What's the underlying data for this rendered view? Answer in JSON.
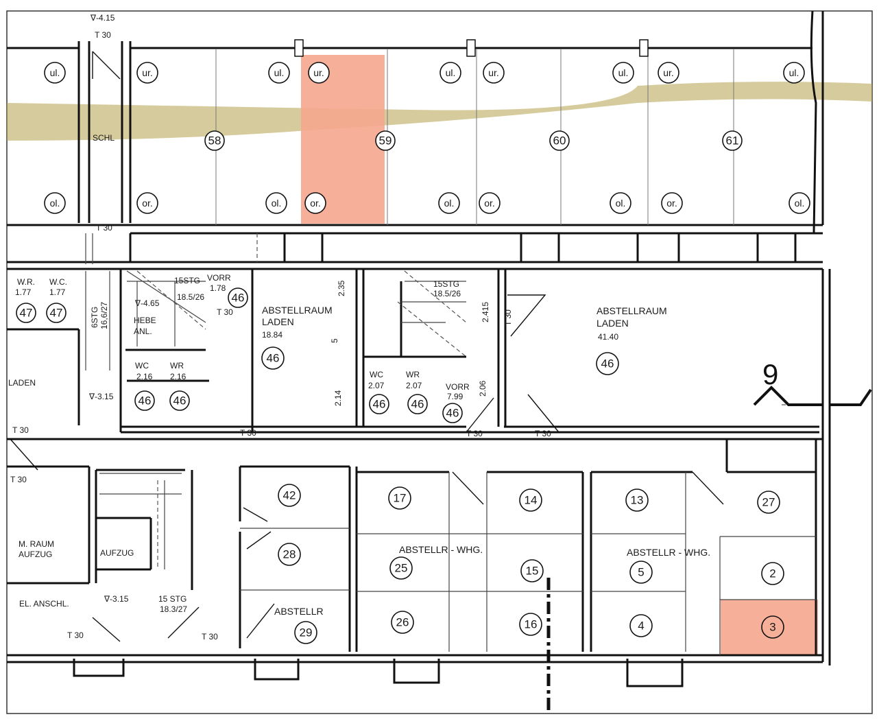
{
  "plan": {
    "title": "",
    "colors": {
      "highlight": "#f5a78e",
      "stain": "#b5a04a",
      "walls": "#111111"
    },
    "highlighted": [
      "59",
      "3"
    ],
    "parking_numbers": [
      "58",
      "59",
      "60",
      "61"
    ],
    "wheel_markers": [
      "ul.",
      "ur.",
      "ul.",
      "ur.",
      "ul.",
      "ur.",
      "ul.",
      "ur.",
      "ul.",
      "ol.",
      "or.",
      "ol.",
      "or.",
      "ol.",
      "or.",
      "ol.",
      "or.",
      "ol."
    ],
    "level_top": "∇-4.15",
    "t30": "T 30",
    "schl": "SCHL",
    "stair_left": {
      "stg": "6STG",
      "dims": "16,6/27"
    },
    "wr1": {
      "name": "W.R.",
      "area": "1.77",
      "num": "47"
    },
    "wc1": {
      "name": "W.C.",
      "area": "1.77",
      "num": "47"
    },
    "hebe": {
      "level": "∇-4.65",
      "label1": "HEBE",
      "label2": "ANL."
    },
    "vorr1": {
      "name": "VORR",
      "area": "1.78",
      "num": "46"
    },
    "stair1": {
      "stg": "15STG",
      "dims": "18.5/26"
    },
    "lager1": {
      "name1": "ABSTELLRAUM",
      "name2": "LADEN",
      "area": "18.84",
      "num": "46"
    },
    "wc2": {
      "name": "WC",
      "area": "2.16",
      "num": "46"
    },
    "wr2": {
      "name": "WR",
      "area": "2.16",
      "num": "46"
    },
    "dims_a": [
      "2.35",
      "2.14",
      "5"
    ],
    "stair2": {
      "stg": "15STG",
      "dims": "18.5/26"
    },
    "dims_b": [
      "2.415",
      "2.06"
    ],
    "wc3": {
      "name": "WC",
      "area": "2.07",
      "num": "46"
    },
    "wr3": {
      "name": "WR",
      "area": "2.07",
      "num": "46"
    },
    "vorr2": {
      "name": "VORR",
      "area": "7.99",
      "num": "46"
    },
    "lager2": {
      "name1": "ABSTELLRAUM",
      "name2": "LADEN",
      "area": "41.40",
      "num": "46"
    },
    "section_mark": "9",
    "laden": "LADEN",
    "level_mid": "∇-3.15",
    "mraum": {
      "line1": "M. RAUM",
      "line2": "AUFZUG"
    },
    "aufzug": "AUFZUG",
    "elanschl": "EL. ANSCHL.",
    "stair3": {
      "stg": "15 STG",
      "dims": "18.3/27"
    },
    "abstellr": "ABSTELLR",
    "abstellr_whg": "ABSTELLR - WHG.",
    "abstellr_whg2": "ABSTELLR - WHG.",
    "cells": [
      "42",
      "28",
      "29",
      "17",
      "14",
      "25",
      "15",
      "26",
      "16",
      "13",
      "27",
      "5",
      "2",
      "4",
      "3"
    ]
  }
}
